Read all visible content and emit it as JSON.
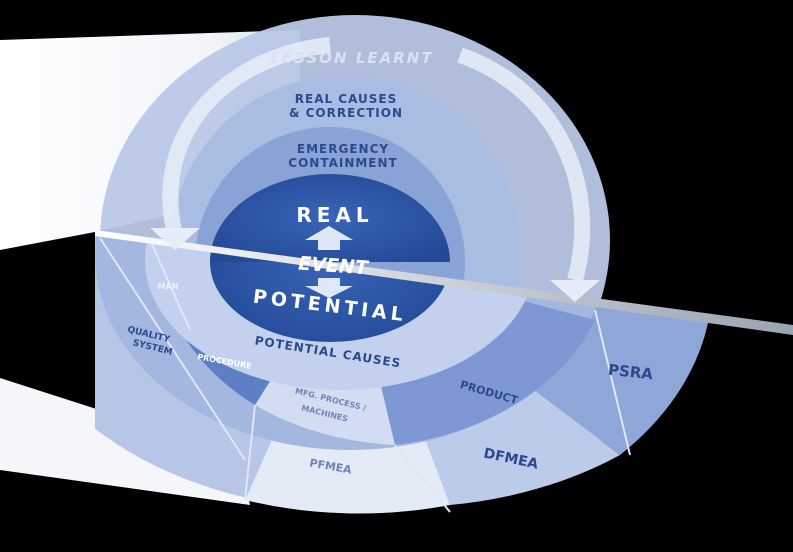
{
  "labels": {
    "lesson_learnt": "LESSON LEARNT",
    "real_causes_1": "REAL CAUSES",
    "real_causes_2": "& CORRECTION",
    "emergency_1": "EMERGENCY",
    "emergency_2": "CONTAINMENT",
    "real": "REAL",
    "event": "EVENT",
    "potential": "POTENTIAL",
    "potential_causes": "POTENTIAL CAUSES",
    "man": "MAN",
    "quality_1": "QUALITY",
    "quality_2": "SYSTEM",
    "procedure": "PROCEDURE",
    "mfg_1": "MFG. PROCESS /",
    "mfg_2": "MACHINES",
    "product": "PRODUCT",
    "pfmea": "PFMEA",
    "dfmea": "DFMEA",
    "psra": "PSRA"
  },
  "colors": {
    "background": "#000000",
    "dark_blue": "#2f56a3",
    "mid_blue": "#6f8ccc",
    "light_blue": "#a6b9e0",
    "pale_blue": "#c9d5ee",
    "white_beam": "#ffffff",
    "text_dark": "#2b4a8e",
    "text_light": "#ffffff"
  }
}
